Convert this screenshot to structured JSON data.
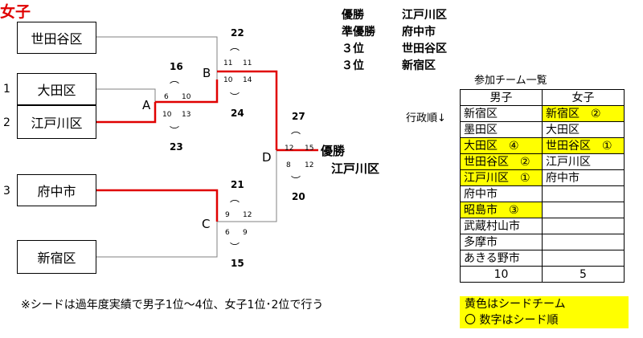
{
  "title": "女子",
  "teams": [
    {
      "name": "世田谷区",
      "seed_no": ""
    },
    {
      "name": "大田区",
      "seed_no": "1"
    },
    {
      "name": "江戸川区",
      "seed_no": "2"
    },
    {
      "name": "府中市",
      "seed_no": "3"
    },
    {
      "name": "新宿区",
      "seed_no": ""
    }
  ],
  "nodes": {
    "A": "A",
    "B": "B",
    "C": "C",
    "D": "D"
  },
  "matches": {
    "A": {
      "s1": "6",
      "s2": "10",
      "s3": "10",
      "s4": "13",
      "top": "16",
      "bottom": "23"
    },
    "B": {
      "s1": "11",
      "s2": "11",
      "s3": "10",
      "s4": "14",
      "top": "22",
      "bottom": "24"
    },
    "C": {
      "s1": "9",
      "s2": "12",
      "s3": "6",
      "s4": "9",
      "top": "21",
      "bottom": "15"
    },
    "D": {
      "s1": "12",
      "s2": "15",
      "s3": "8",
      "s4": "12",
      "top": "27",
      "bottom": "20"
    }
  },
  "champion": {
    "label": "優勝",
    "team": "江戸川区"
  },
  "results": [
    {
      "label": "優勝",
      "team": "江戸川区"
    },
    {
      "label": "準優勝",
      "team": "府中市"
    },
    {
      "label": "３位",
      "team": "世田谷区"
    },
    {
      "label": "３位",
      "team": "新宿区"
    }
  ],
  "list": {
    "title": "参加チーム一覧",
    "order_label": "行政順↓",
    "headers": [
      "男子",
      "女子"
    ],
    "rows": [
      [
        {
          "t": "新宿区",
          "y": false
        },
        {
          "t": "新宿区　②",
          "y": true
        }
      ],
      [
        {
          "t": "墨田区",
          "y": false
        },
        {
          "t": "大田区",
          "y": false
        }
      ],
      [
        {
          "t": "大田区　④",
          "y": true
        },
        {
          "t": "世田谷区　①",
          "y": true
        }
      ],
      [
        {
          "t": "世田谷区　②",
          "y": true
        },
        {
          "t": "江戸川区",
          "y": false
        }
      ],
      [
        {
          "t": "江戸川区　①",
          "y": true
        },
        {
          "t": "府中市",
          "y": false
        }
      ],
      [
        {
          "t": "府中市",
          "y": false
        },
        {
          "t": "",
          "y": false
        }
      ],
      [
        {
          "t": "昭島市　③",
          "y": true
        },
        {
          "t": "",
          "y": false
        }
      ],
      [
        {
          "t": "武蔵村山市",
          "y": false
        },
        {
          "t": "",
          "y": false
        }
      ],
      [
        {
          "t": "多摩市",
          "y": false
        },
        {
          "t": "",
          "y": false
        }
      ],
      [
        {
          "t": "あきる野市",
          "y": false
        },
        {
          "t": "",
          "y": false
        }
      ]
    ],
    "counts": [
      "10",
      "5"
    ]
  },
  "legend": [
    "黄色はシードチーム",
    "〇 数字はシード順"
  ],
  "note": "※シードは過年度実績で男子1位～4位、女子1位･2位で行う",
  "colors": {
    "win_line": "#e00000",
    "seed_highlight": "#ffff00"
  }
}
